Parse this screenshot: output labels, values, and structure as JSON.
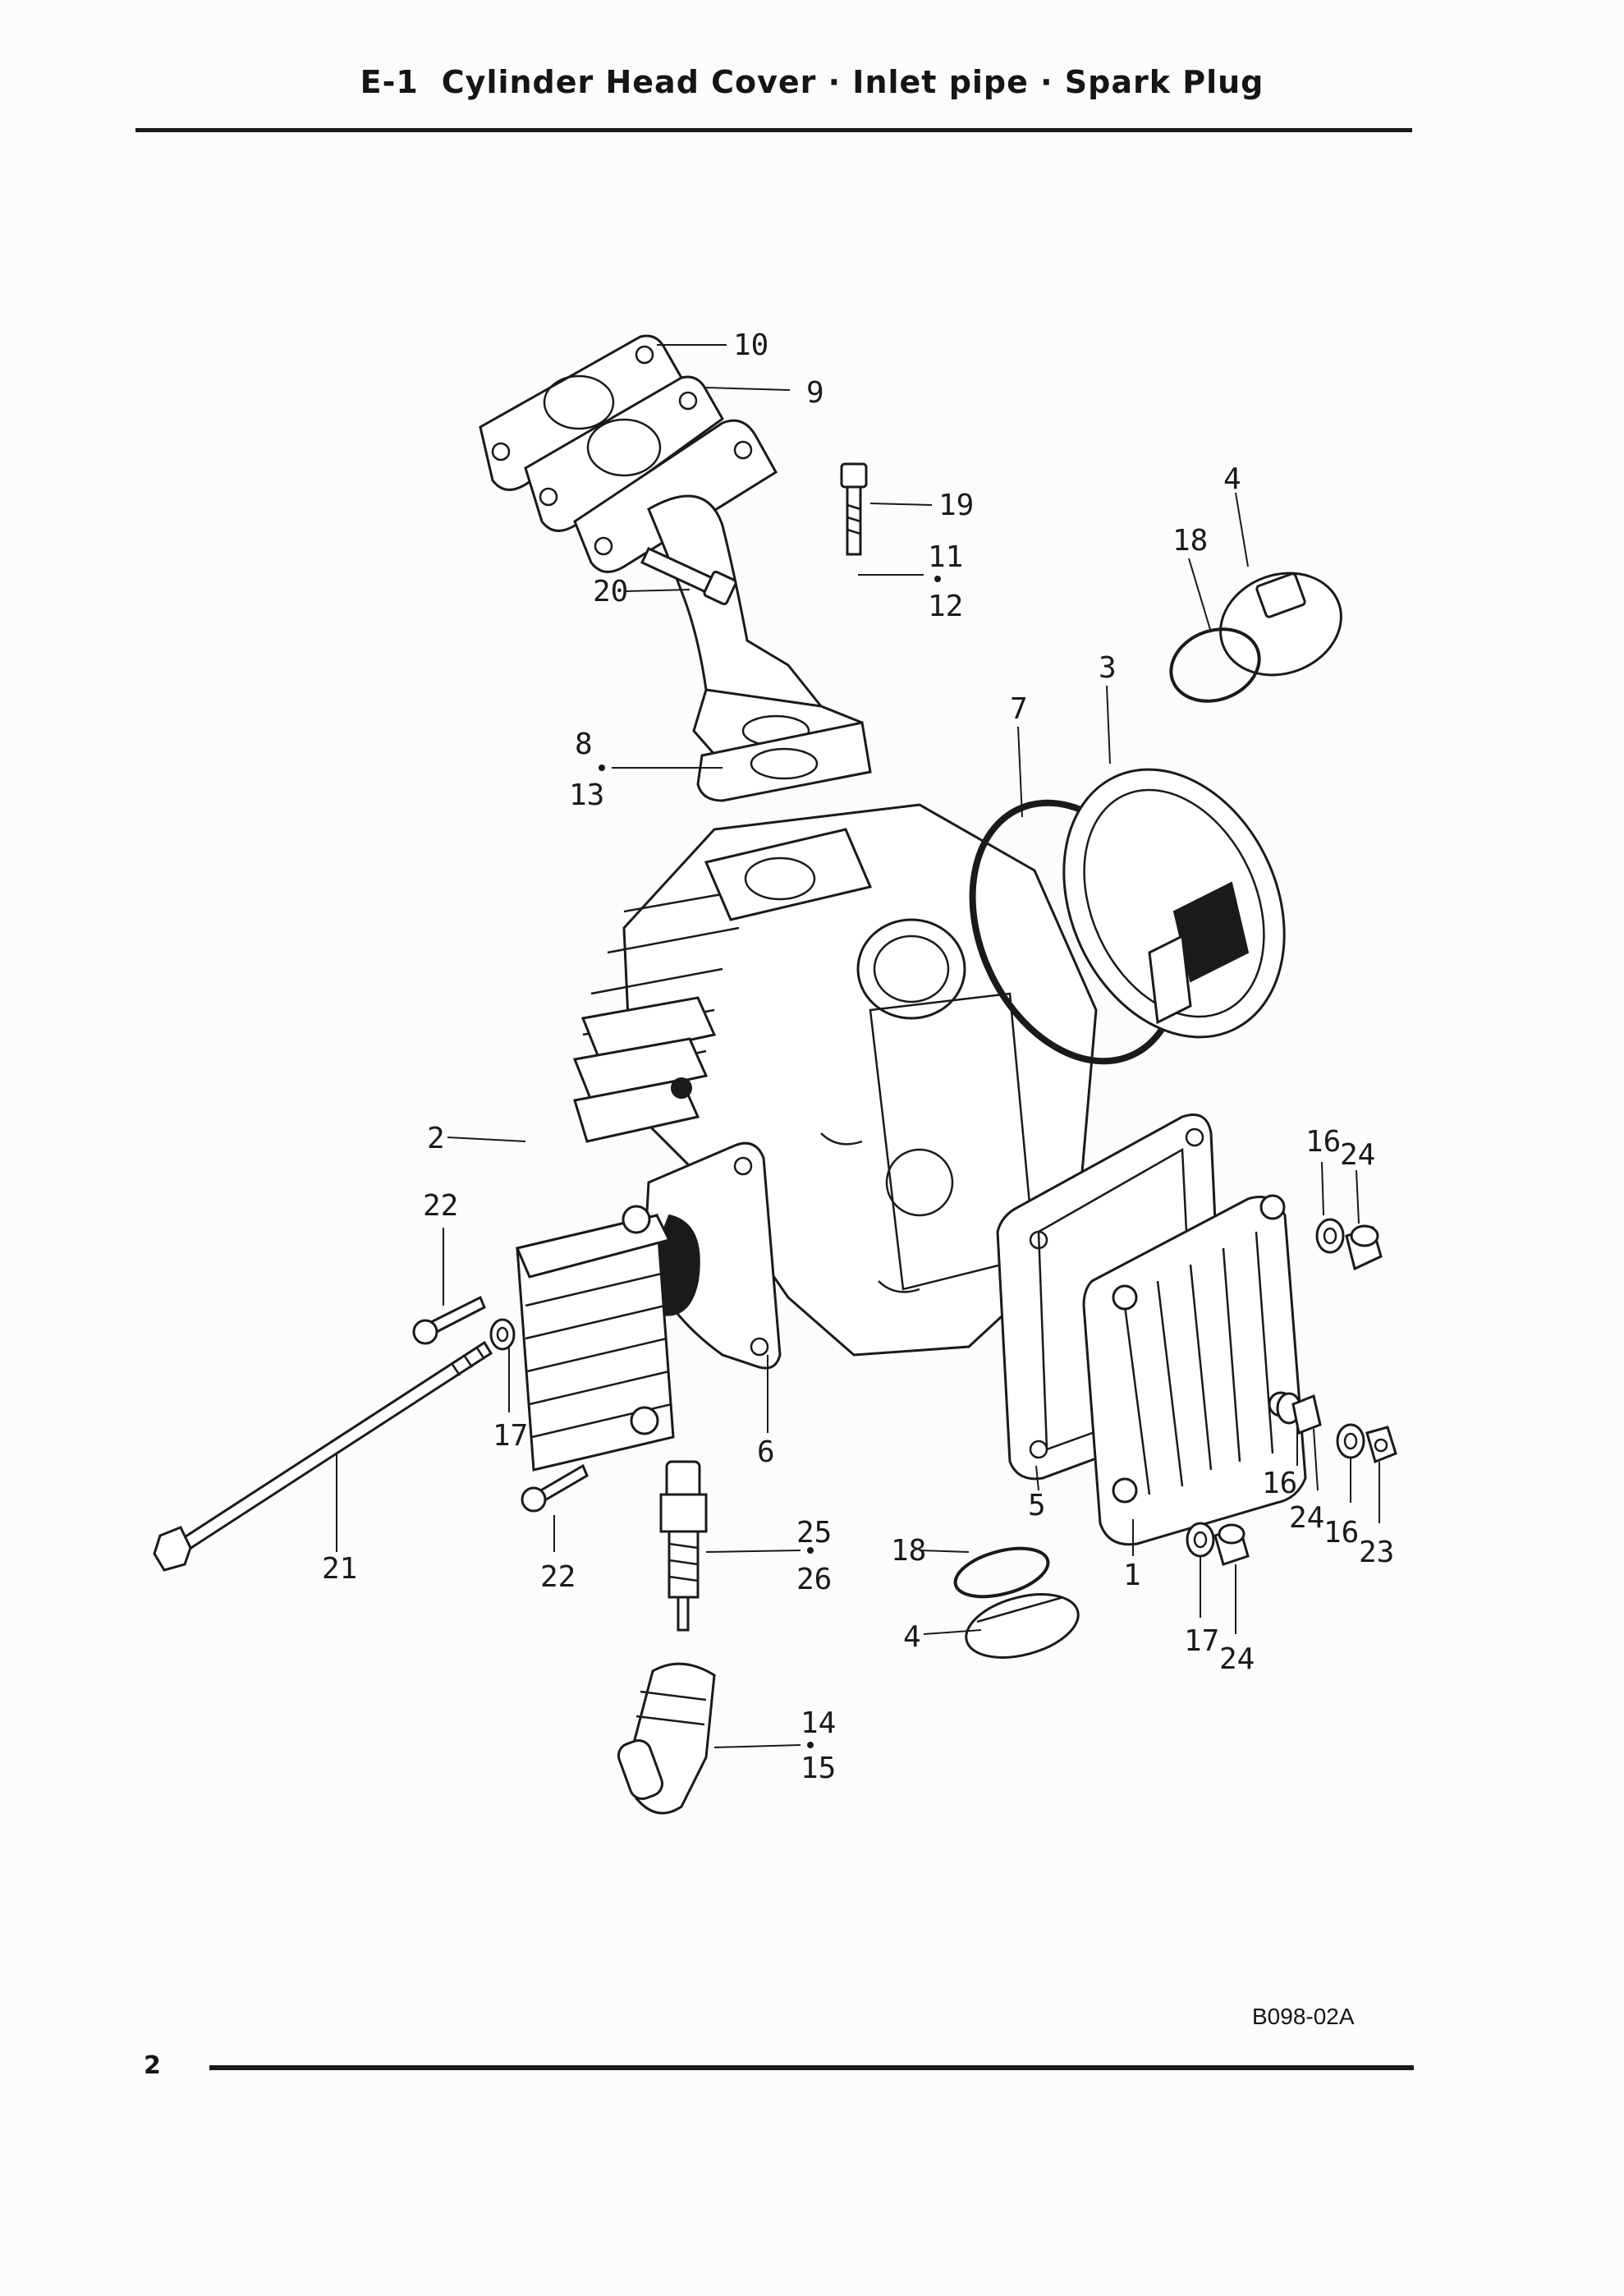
{
  "header": {
    "section": "E-1",
    "title": "Cylinder Head Cover · Inlet pipe · Spark Plug"
  },
  "labels": {
    "l1": "1",
    "l2": "2",
    "l3": "3",
    "l4a": "4",
    "l4b": "4",
    "l5": "5",
    "l6": "6",
    "l7": "7",
    "l8": "8",
    "l9": "9",
    "l10": "10",
    "l11": "11",
    "l12": "12",
    "l13": "13",
    "l14": "14",
    "l15": "15",
    "l16a": "16",
    "l16b": "16",
    "l16c": "16",
    "l17a": "17",
    "l17b": "17",
    "l18a": "18",
    "l18b": "18",
    "l19": "19",
    "l20": "20",
    "l21": "21",
    "l22a": "22",
    "l22b": "22",
    "l23": "23",
    "l24a": "24",
    "l24b": "24",
    "l24c": "24",
    "l25": "25",
    "l26": "26"
  },
  "footer": {
    "code": "B098-02A",
    "page_number": "2"
  }
}
